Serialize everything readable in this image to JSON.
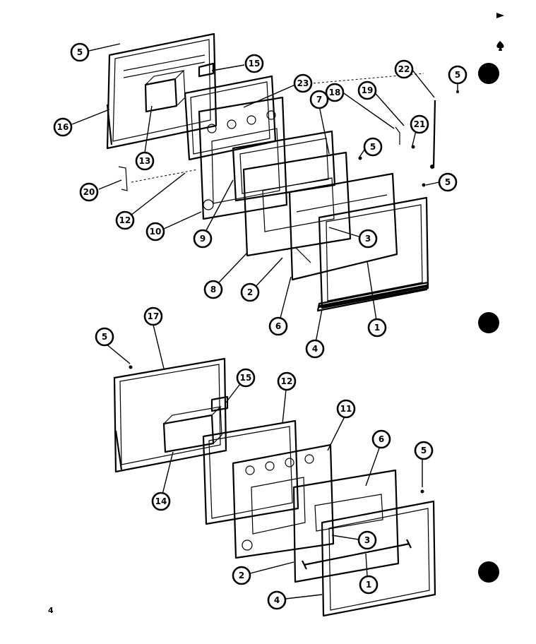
{
  "page_number": "4",
  "upper_assembly": {
    "callouts": [
      "5",
      "15",
      "16",
      "13",
      "23",
      "18",
      "19",
      "22",
      "5",
      "7",
      "5",
      "21",
      "20",
      "5",
      "12",
      "10",
      "9",
      "3",
      "8",
      "2",
      "6",
      "1",
      "4"
    ]
  },
  "lower_assembly": {
    "callouts": [
      "17",
      "5",
      "15",
      "12",
      "11",
      "6",
      "5",
      "14",
      "3",
      "2",
      "1",
      "4"
    ]
  },
  "margin_marks": [
    "triangle-mark",
    "spade-mark",
    "registration-dot",
    "registration-dot",
    "registration-dot"
  ]
}
